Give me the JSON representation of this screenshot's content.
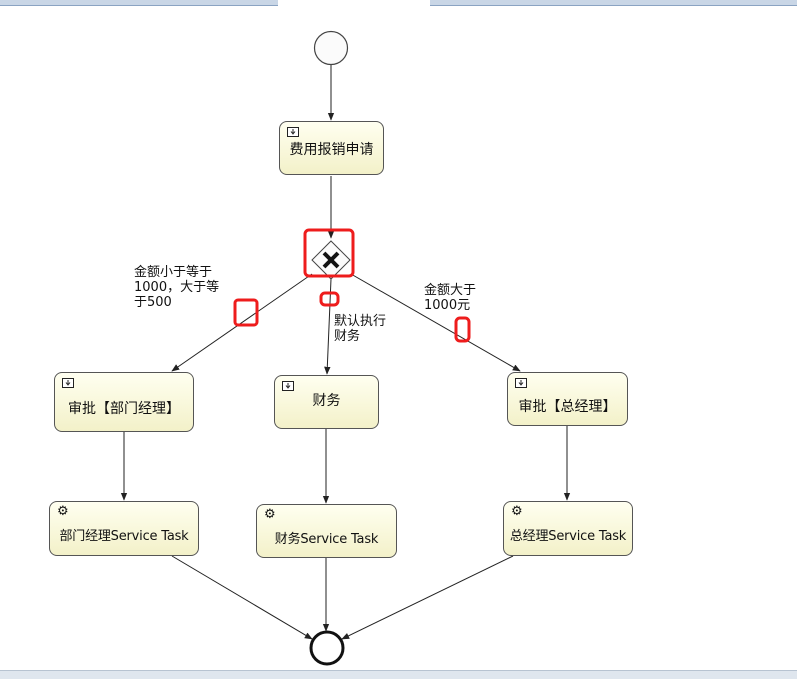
{
  "colors": {
    "task_fill": "#fdfbd9",
    "task_border": "#555555",
    "highlight": "#ee1c1c",
    "flow": "#222222"
  },
  "start_event": {
    "icon": "circle"
  },
  "end_event": {
    "icon": "bold-circle"
  },
  "gateway": {
    "icon": "x-mark",
    "type": "exclusive"
  },
  "tasks": {
    "apply": {
      "label": "费用报销申请",
      "icon": "user-task-icon"
    },
    "dept_approve": {
      "label": "审批【部门经理】",
      "icon": "user-task-icon"
    },
    "finance": {
      "label": "财务",
      "icon": "user-task-icon"
    },
    "gm_approve": {
      "label": "审批【总经理】",
      "icon": "user-task-icon"
    },
    "dept_service": {
      "label": "部门经理Service Task",
      "icon": "gear-icon"
    },
    "finance_service": {
      "label": "财务Service Task",
      "icon": "gear-icon"
    },
    "gm_service": {
      "label": "总经理Service Task",
      "icon": "gear-icon"
    }
  },
  "flows": {
    "left_condition": "金额小于等于\n1000，大于等\n于500",
    "middle_condition": "默认执行\n财务",
    "right_condition": "金额大于\n1000元"
  }
}
